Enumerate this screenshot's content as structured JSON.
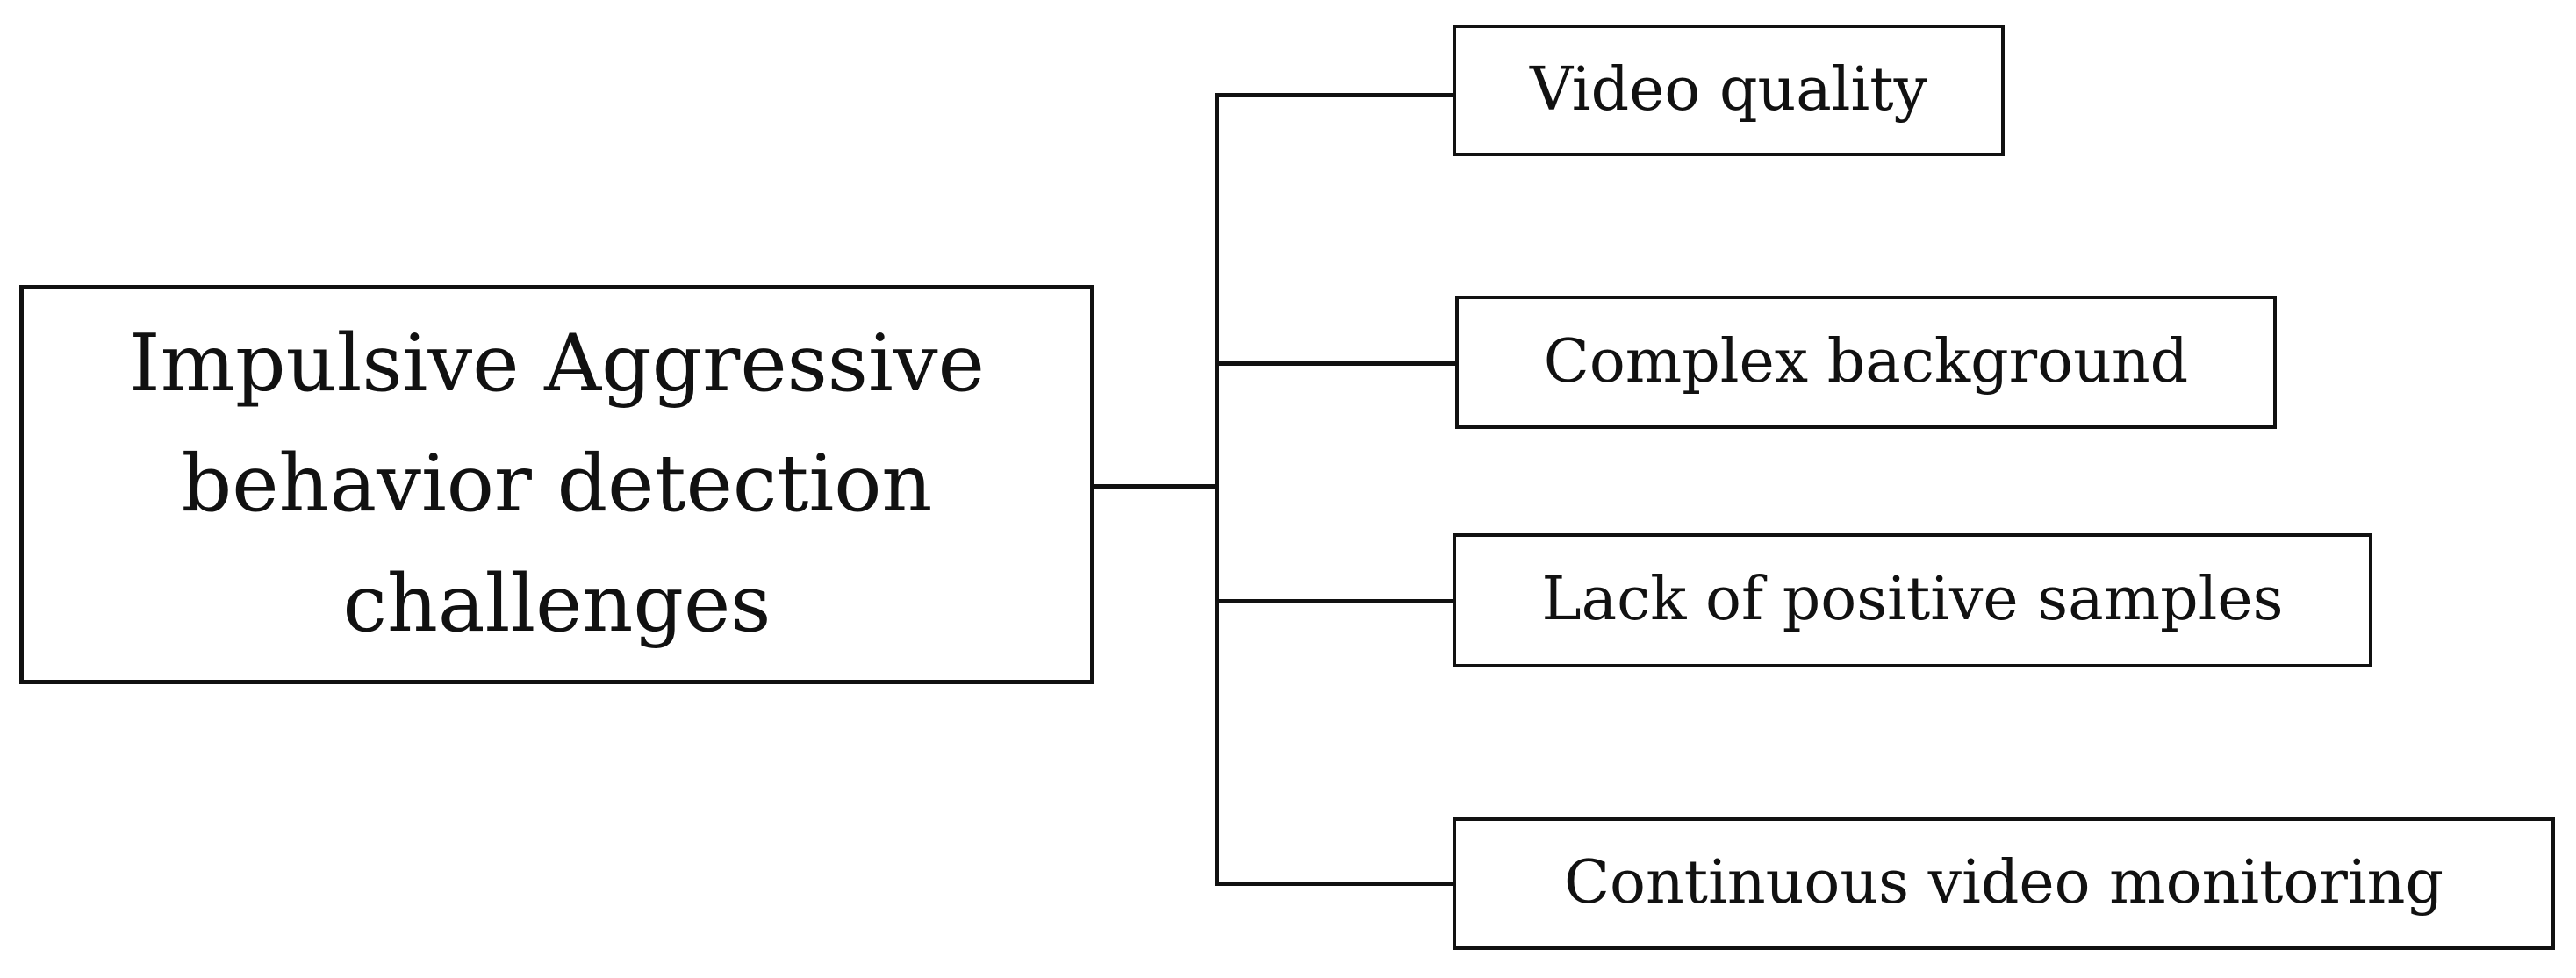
{
  "diagram": {
    "type": "tree",
    "root": {
      "label": "Impulsive Aggressive behavior detection challenges"
    },
    "children": [
      {
        "label": "Video quality"
      },
      {
        "label": "Complex background"
      },
      {
        "label": "Lack of positive samples"
      },
      {
        "label": "Continuous video monitoring"
      }
    ],
    "colors": {
      "line": "#111111",
      "text": "#111111",
      "box_bg": "#ffffff",
      "page_bg": "#ffffff"
    }
  }
}
